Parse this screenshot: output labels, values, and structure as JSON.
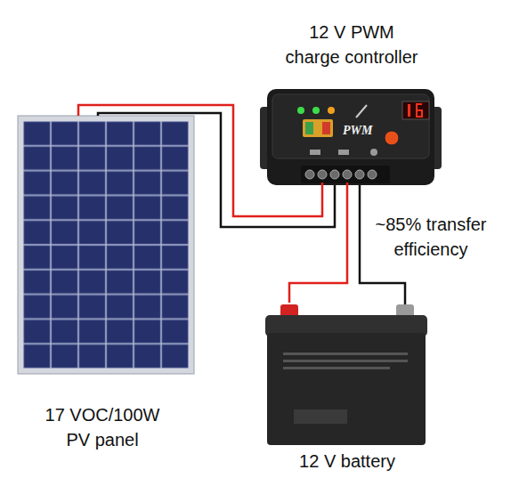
{
  "diagram": {
    "nodes": [
      {
        "text": [
          "17 VOC/100W PV panel"
        ]
      },
      {
        "text": [
          "12 V PWM charge controller"
        ]
      },
      {
        "text": [
          "12 V battery"
        ]
      }
    ],
    "edges": [
      {
        "from": 0,
        "to": 1,
        "arrow": "none"
      },
      {
        "from": 1,
        "to": 2,
        "arrow": "none",
        "label": "~85% transfer efficiency"
      }
    ],
    "labels": [
      "PWM"
    ]
  }
}
